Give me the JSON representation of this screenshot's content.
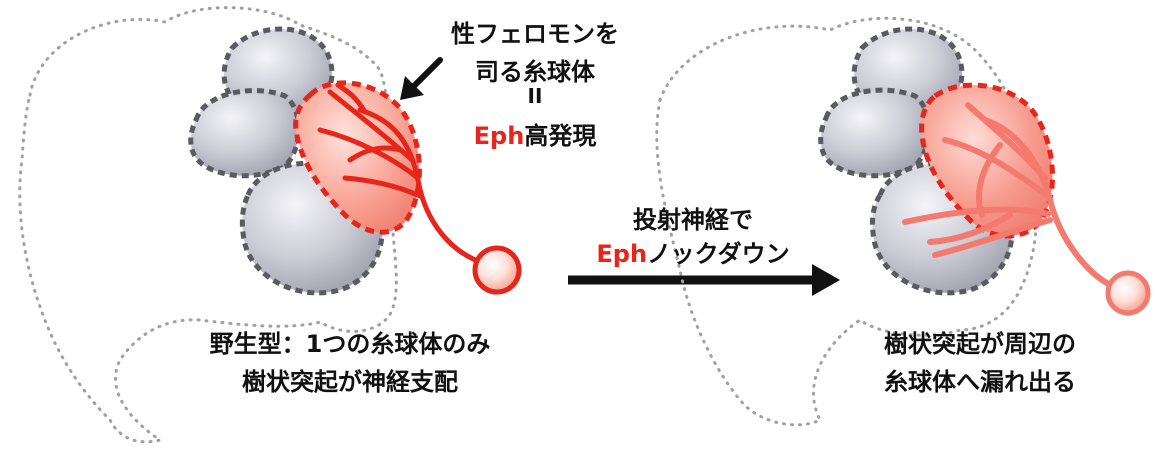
{
  "left_panel": {
    "callout_line1": "性フェロモンを",
    "callout_line2": "司る糸球体",
    "callout_equals": "II",
    "callout_line4_red": "Eph",
    "callout_line4_rest": "高発現",
    "caption_line1": "野生型：1つの糸球体のみ",
    "caption_line2": "樹状突起が神経支配"
  },
  "middle": {
    "arrow_line1": "投射神経で",
    "arrow_line2_red": "Eph",
    "arrow_line2_rest": "ノックダウン"
  },
  "right_panel": {
    "caption_line1": "樹状突起が周辺の",
    "caption_line2": "糸球体へ漏れ出る"
  },
  "colors": {
    "accent_red": "#e8251a",
    "light_red": "#f47a70",
    "glomerulus_gray": "#c8c9d2",
    "dashed_border": "#5a5b62",
    "dotted_outline": "#a0a0a0"
  }
}
